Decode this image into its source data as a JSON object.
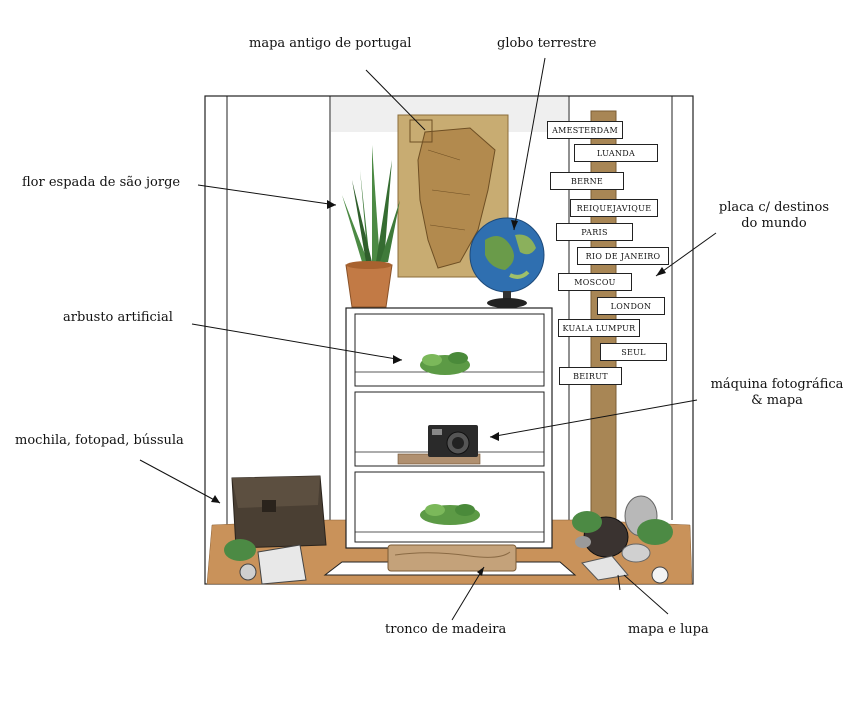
{
  "labels": {
    "mapa": "mapa antigo de portugal",
    "globo": "globo terrestre",
    "flor": "flor espada de são jorge",
    "placa_line1": "placa c/ destinos",
    "placa_line2": "do mundo",
    "arbusto": "arbusto artificial",
    "maquina_line1": "máquina fotográfica",
    "maquina_line2": "& mapa",
    "mochila": "mochila, fotopad, bússula",
    "tronco": "tronco de madeira",
    "mapa_lupa": "mapa e lupa"
  },
  "signpost": {
    "destinations": [
      "AMESTERDAM",
      "LUANDA",
      "BERNE",
      "REIQUEJAVIQUE",
      "PARIS",
      "RIO DE JANEIRO",
      "MOSCOU",
      "LONDON",
      "KUALA LUMPUR",
      "SEUL",
      "BEIRUT"
    ]
  },
  "colors": {
    "cork_floor": "#c9925a",
    "pole": "#a88655",
    "plant_green": "#3f7a3a",
    "map_paper": "#c8ac72",
    "globe_blue": "#2f6fb0",
    "bag_brown": "#4a3f33"
  }
}
